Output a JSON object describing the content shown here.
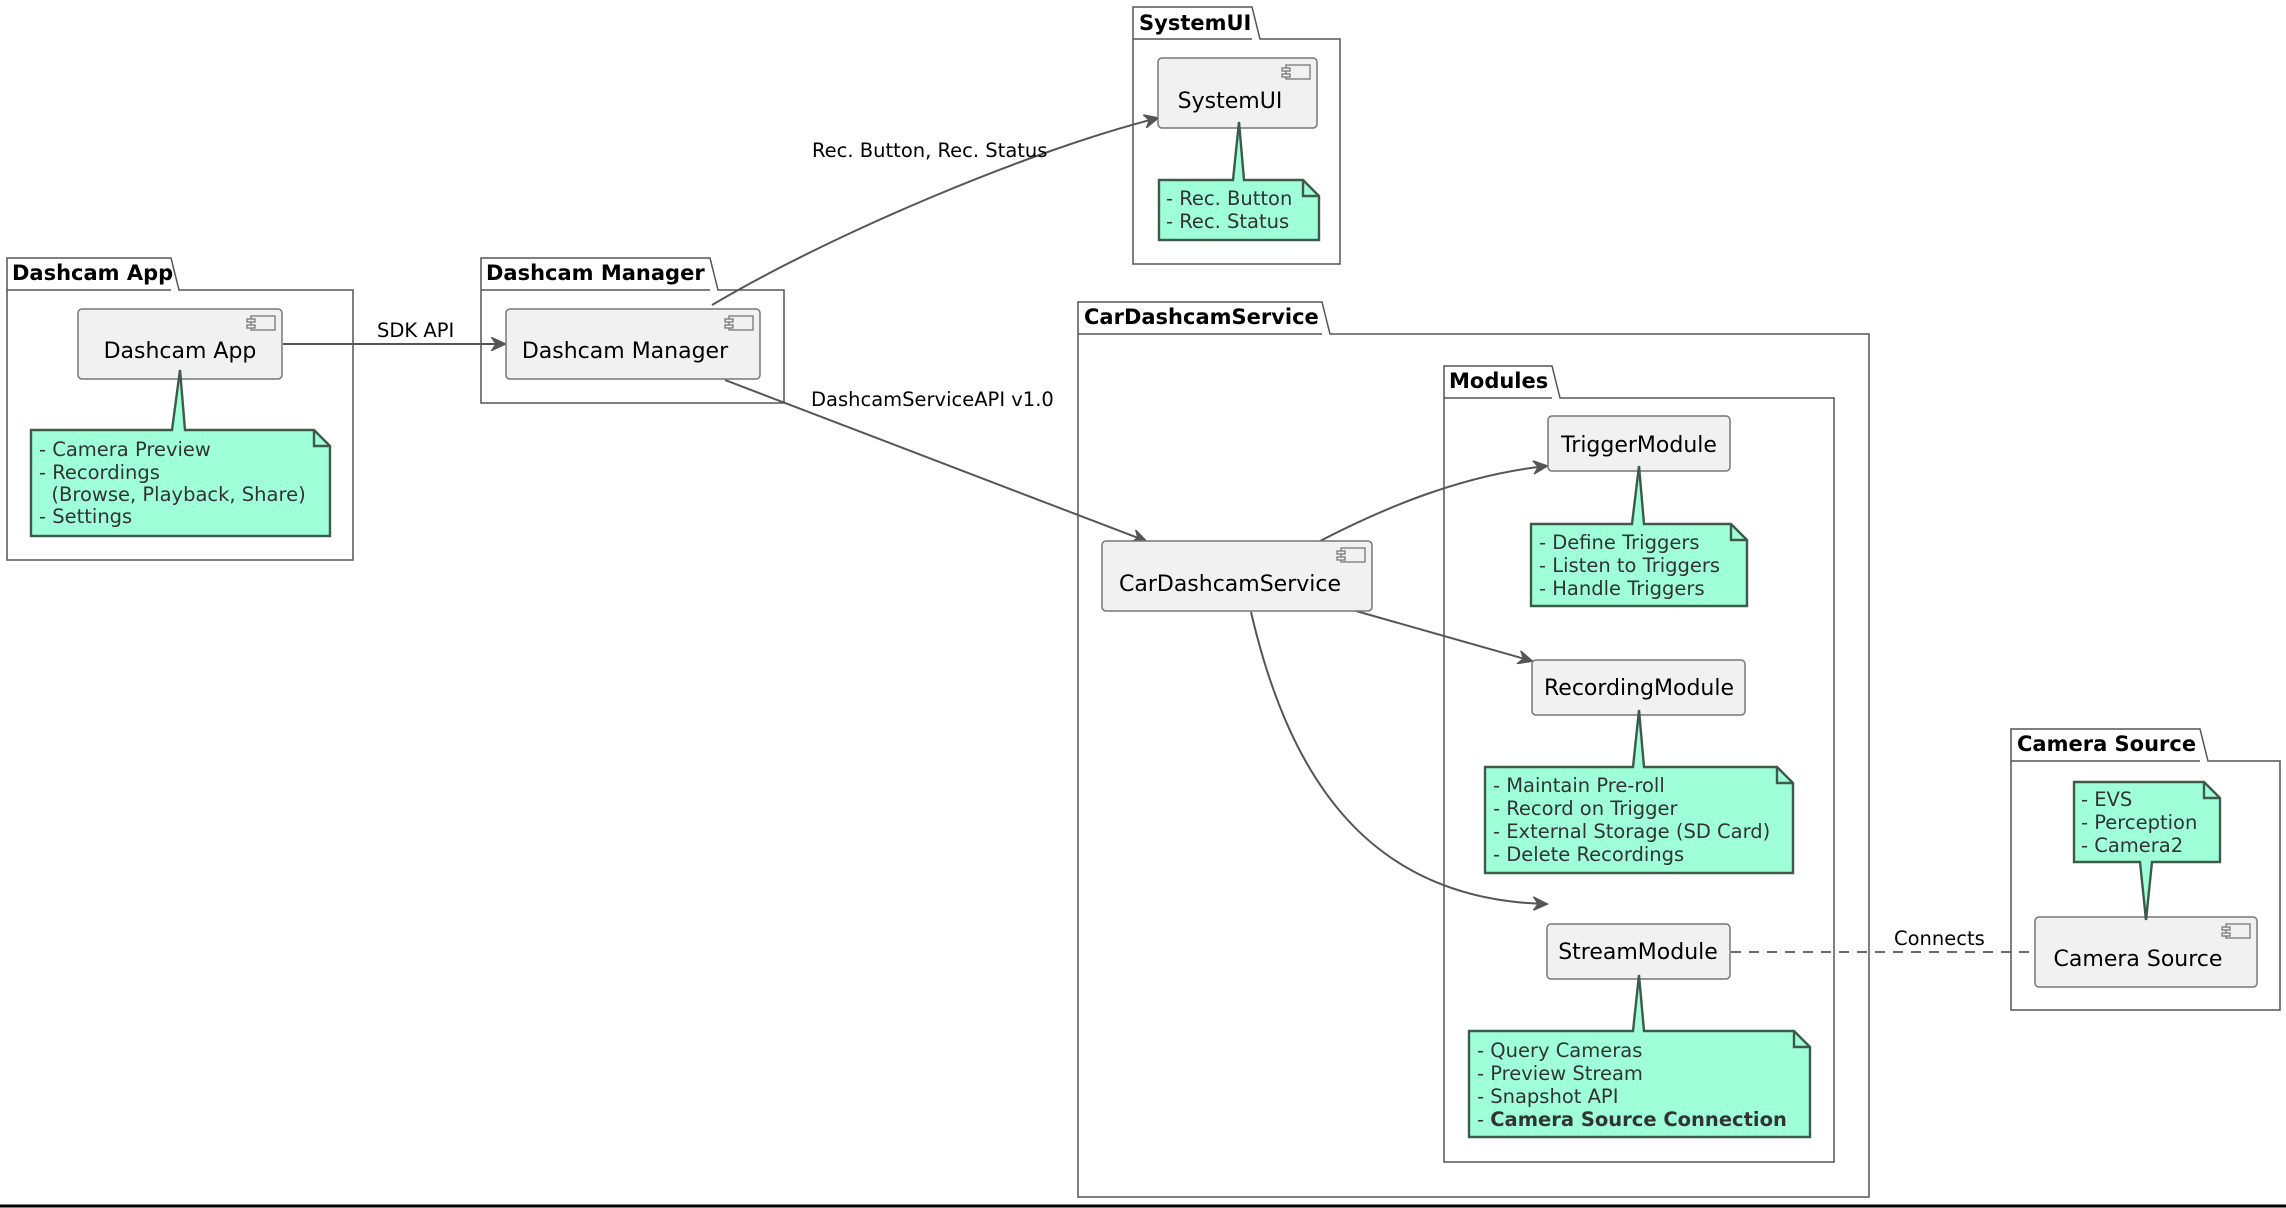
{
  "packages": {
    "dashcam_app": "Dashcam App",
    "dashcam_manager": "Dashcam Manager",
    "systemui": "SystemUI",
    "car_dashcam_service": "CarDashcamService",
    "modules": "Modules",
    "camera_source": "Camera Source"
  },
  "components": {
    "dashcam_app": "Dashcam App",
    "dashcam_manager": "Dashcam Manager",
    "systemui": "SystemUI",
    "car_dashcam_service": "CarDashcamService",
    "trigger_module": "TriggerModule",
    "recording_module": "RecordingModule",
    "stream_module": "StreamModule",
    "camera_source": "Camera Source"
  },
  "notes": {
    "dashcam_app": [
      "- Camera Preview",
      "- Recordings",
      "  (Browse, Playback, Share)",
      "- Settings"
    ],
    "systemui": [
      "- Rec. Button",
      "- Rec. Status"
    ],
    "trigger_module": [
      "- Define Triggers",
      "- Listen to Triggers",
      "- Handle Triggers"
    ],
    "recording_module": [
      "- Maintain Pre-roll",
      "- Record on Trigger",
      "- External Storage (SD Card)",
      "- Delete Recordings"
    ],
    "stream_module": {
      "lines": [
        "- Query Cameras",
        "- Preview Stream",
        "- Snapshot API"
      ],
      "last_prefix": "- ",
      "last_bold": "Camera Source Connection"
    },
    "camera_source": [
      "- EVS",
      "- Perception",
      "- Camera2"
    ]
  },
  "edges": {
    "sdk_api": "SDK API",
    "rec_button_status": "Rec. Button, Rec. Status",
    "dashcam_service_api": "DashcamServiceAPI v1.0",
    "connects": "Connects"
  },
  "colors": {
    "note_fill": "#9effd8",
    "note_border": "#3d5a4b",
    "component_fill": "#f1f1f1",
    "line": "#555555"
  }
}
